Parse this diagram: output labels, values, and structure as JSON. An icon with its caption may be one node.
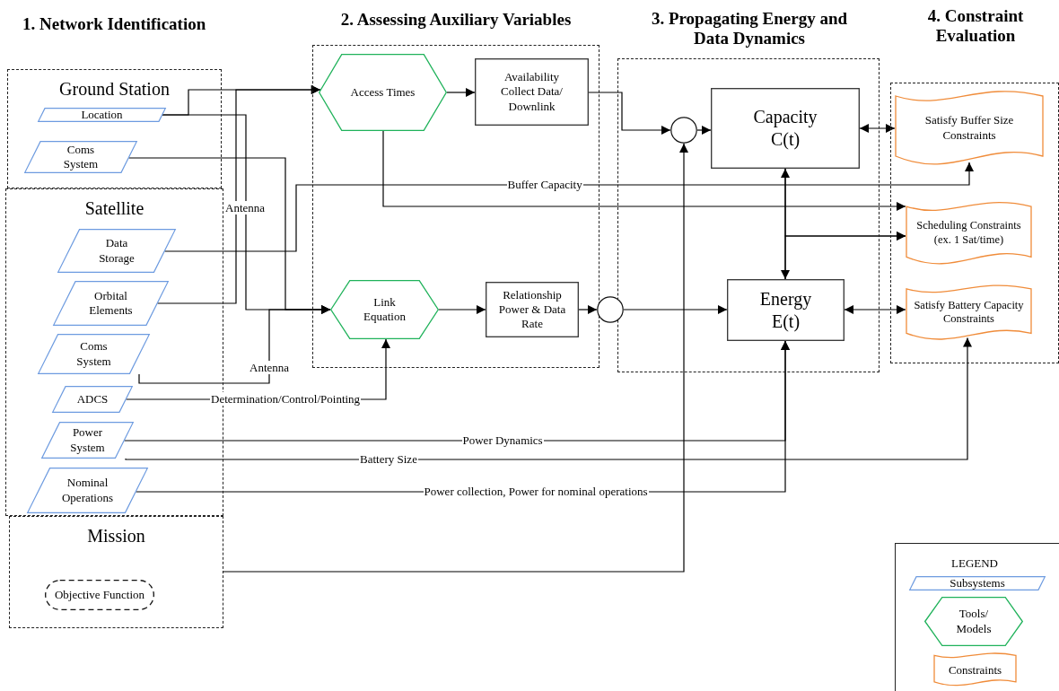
{
  "diagram": {
    "nodes": [
      {
        "text": [
          "Ground Station"
        ]
      },
      {
        "text": [
          "Location"
        ],
        "in": 0
      },
      {
        "text": [
          "Coms System"
        ],
        "in": 0
      },
      {
        "text": [
          "Satellite"
        ]
      },
      {
        "text": [
          "Data Storage"
        ],
        "in": 3
      },
      {
        "text": [
          "Orbital Elements"
        ],
        "in": 3
      },
      {
        "text": [
          "Coms System"
        ],
        "in": 3
      },
      {
        "text": [
          "ADCS"
        ],
        "in": 3
      },
      {
        "text": [
          "Power System"
        ],
        "in": 3
      },
      {
        "text": [
          "Nominal Operations"
        ],
        "in": 3
      },
      {
        "text": [
          "Mission"
        ]
      },
      {
        "text": [
          "Objective Function"
        ],
        "in": 10
      },
      {
        "text": [
          "2.  Assessing Auxiliary Variables"
        ]
      },
      {
        "text": [
          "Access Times"
        ],
        "in": 12
      },
      {
        "text": [
          "Availability Collect Data/ Downlink"
        ],
        "in": 12
      },
      {
        "text": [
          "Link Equation"
        ],
        "in": 12
      },
      {
        "text": [
          "Relationship Power & Data Rate"
        ],
        "in": 12
      },
      {
        "text": [
          "3.  Propagating Energy and Data Dynamics"
        ]
      },
      {
        "text": [],
        "shape": "circle",
        "in": 17
      },
      {
        "text": [
          "Capacity C(t)"
        ],
        "in": 17
      },
      {
        "text": [
          "Energy E(t)"
        ],
        "in": 17
      },
      {
        "text": [],
        "shape": "circle"
      },
      {
        "text": [
          "4.  Constraint Evaluation"
        ]
      },
      {
        "text": [
          "Satisfy Buffer Size Constraints"
        ],
        "in": 22
      },
      {
        "text": [
          "Scheduling Constraints (ex. 1 Sat/time)"
        ],
        "in": 22
      },
      {
        "text": [
          "Satisfy Battery Capacity Constraints"
        ],
        "in": 22
      }
    ],
    "edges": [
      {
        "from": 1,
        "to": 13,
        "arrow": "to"
      },
      {
        "from": 1,
        "to": 15,
        "arrow": "to",
        "label": "Antenna"
      },
      {
        "from": 2,
        "to": 15,
        "arrow": "to"
      },
      {
        "from": 5,
        "to": 13,
        "arrow": "to"
      },
      {
        "from": 4,
        "to": 23,
        "arrow": "to",
        "label": "Buffer Capacity"
      },
      {
        "from": 6,
        "to": 15,
        "arrow": "to",
        "label": "Antenna"
      },
      {
        "from": 7,
        "to": 15,
        "arrow": "to",
        "label": "Determination/Control/Pointing"
      },
      {
        "from": 13,
        "to": 14,
        "arrow": "to"
      },
      {
        "from": 13,
        "to": 24,
        "arrow": "to"
      },
      {
        "from": 14,
        "to": 18,
        "arrow": "to"
      },
      {
        "from": 10,
        "to": 18,
        "arrow": "to"
      },
      {
        "from": 18,
        "to": 19,
        "arrow": "to"
      },
      {
        "from": 19,
        "to": 23,
        "arrow": "both"
      },
      {
        "from": 19,
        "to": 20,
        "arrow": "both"
      },
      {
        "from": 19,
        "to": 24,
        "arrow": "to"
      },
      {
        "from": 20,
        "to": 24,
        "arrow": "to"
      },
      {
        "from": 15,
        "to": 16,
        "arrow": "to"
      },
      {
        "from": 16,
        "to": 21,
        "arrow": "to"
      },
      {
        "from": 21,
        "to": 20,
        "arrow": "to"
      },
      {
        "from": 20,
        "to": 25,
        "arrow": "both"
      },
      {
        "from": 8,
        "to": 20,
        "arrow": "to",
        "label": "Power Dynamics"
      },
      {
        "from": 8,
        "to": 25,
        "arrow": "to",
        "label": "Battery Size"
      },
      {
        "from": 9,
        "to": 20,
        "arrow": "to",
        "label": "Power collection, Power for nominal operations"
      }
    ],
    "labels": [
      "1.  Network Identification",
      "LEGEND"
    ],
    "legend": [
      {
        "text": "Subsystems"
      },
      {
        "text": "Tools/ Models"
      },
      {
        "text": "Constraints"
      }
    ]
  }
}
